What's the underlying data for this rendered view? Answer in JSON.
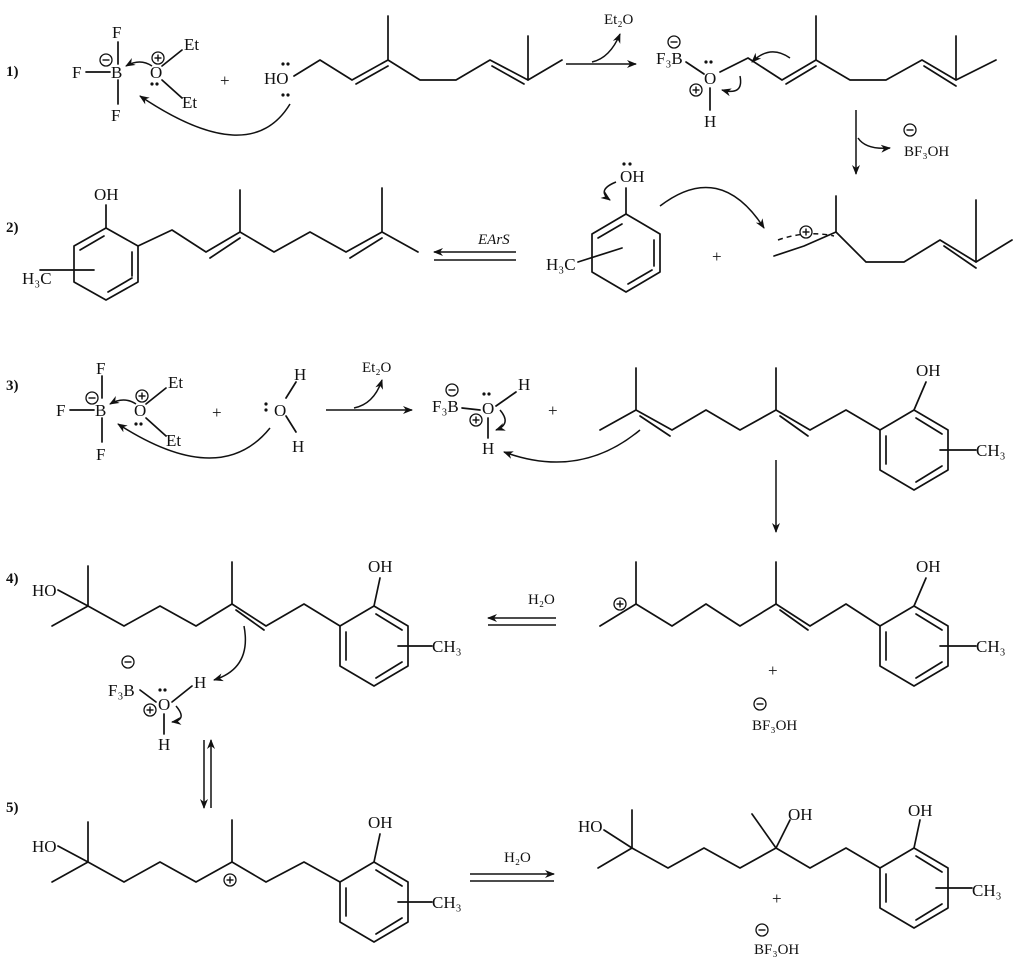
{
  "steps": [
    "1)",
    "2)",
    "3)",
    "4)",
    "5)"
  ],
  "reagents": {
    "et2o": "Et₂O",
    "water": "H₂O",
    "bf3oh": "BF₃OH",
    "f3b": "F₃B",
    "earS": "EArS",
    "h3c": "H₃C",
    "ch3": "CH₃"
  },
  "atoms": {
    "F": "F",
    "B": "B",
    "O": "O",
    "Et": "Et",
    "HO": "HO",
    "OH": "OH",
    "H": "H",
    "plus": "+"
  }
}
